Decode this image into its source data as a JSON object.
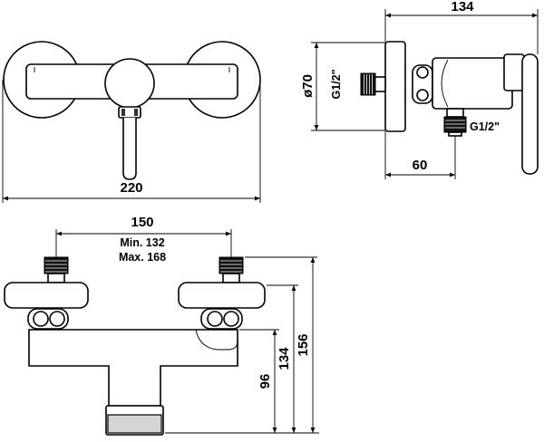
{
  "front_view": {
    "width_label": "220"
  },
  "side_view": {
    "depth_label": "134",
    "diameter_label": "ø70",
    "inlet_thread_label": "G1/2\"",
    "outlet_thread_label": "G1/2\"",
    "outlet_offset_label": "60"
  },
  "top_view": {
    "center_distance_label": "150",
    "min_label": "Min. 132",
    "max_label": "Max. 168",
    "height_96_label": "96",
    "height_134_label": "134",
    "height_156_label": "156"
  }
}
